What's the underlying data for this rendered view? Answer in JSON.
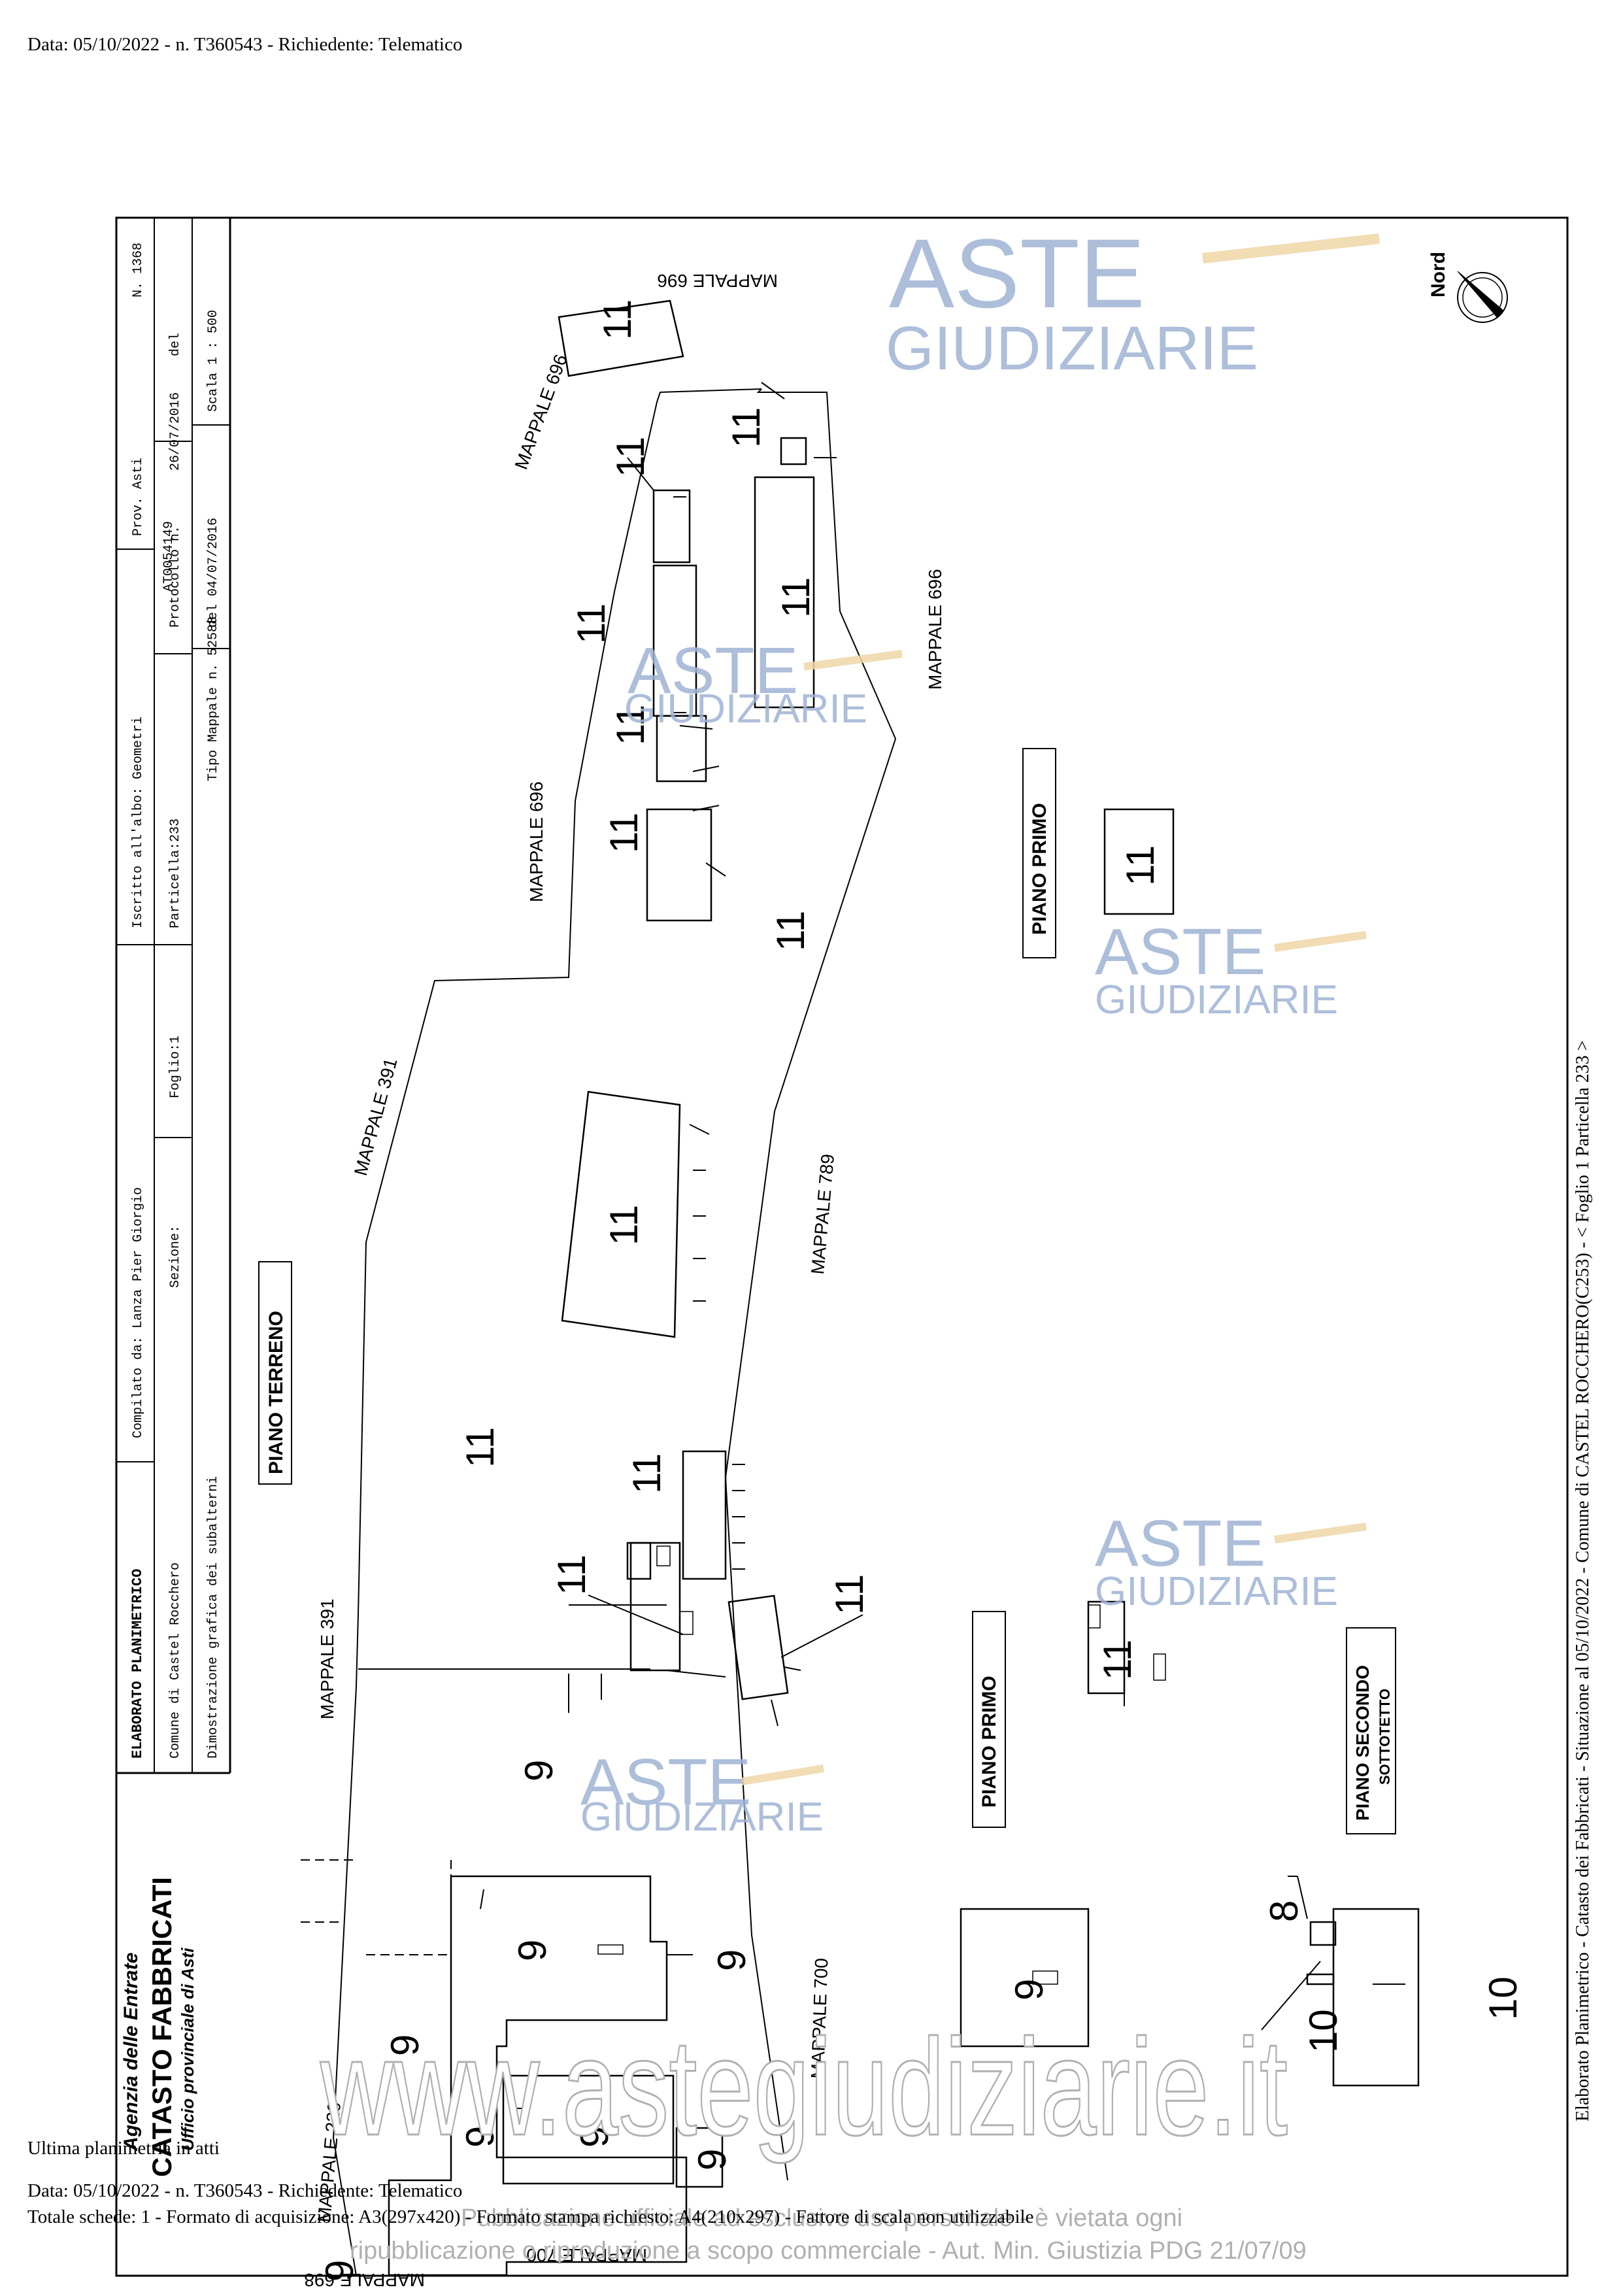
{
  "header": {
    "top_line": "Data: 05/10/2022 - n. T360543 - Richiedente: Telematico"
  },
  "title_block": {
    "agency_line1": "Agenzia delle Entrate",
    "agency_line2": "CATASTO FABBRICATI",
    "agency_line3": "Ufficio provinciale di  Asti",
    "doc_title": "ELABORATO PLANIMETRICO",
    "compiled_by": "Compilato da: Lanza Pier Giorgio",
    "albo": "Iscritto all'albo: Geometri",
    "prov": "Prov. Asti",
    "number": "N. 1368",
    "comune": "Comune di Castel Rocchero",
    "sezione": "Sezione:",
    "foglio": "Foglio:1",
    "particella": "Particella:233",
    "protocollo": "Protocollo n.",
    "protocollo_num": "AT0054149",
    "protocollo_date": "26/07/2016",
    "protocollo_del": "del",
    "dimostrazione": "Dimostrazione grafica dei subalterni",
    "tipo_mappale": "Tipo Mappale n. 52588",
    "tipo_del": "del 04/07/2016",
    "scala": "Scala 1 : 500"
  },
  "floor_labels": {
    "piano_terreno": "PIANO TERRENO",
    "piano_primo": "PIANO PRIMO",
    "piano_secondo": "PIANO SECONDO",
    "sottotetto": "SOTTOTETTO"
  },
  "mappale_labels": {
    "m696": "MAPPALE 696",
    "m391": "MAPPALE 391",
    "m789": "MAPPALE 789",
    "m700": "MAPPALE 700",
    "m220": "MAPPALE 220",
    "m698": "MAPPALE 698"
  },
  "sub_numbers": {
    "s11": "11",
    "s9": "9",
    "s8": "8",
    "s10": "10"
  },
  "compass": {
    "label": "Nord"
  },
  "side_caption": "Elaborato Planimetrico - Catasto dei Fabbricati - Situazione al 05/10/2022 - Comune di CASTEL ROCCHERO(C253) - < Foglio 1 Particella 233 >",
  "watermarks": {
    "aste": "ASTE",
    "giudiziarie": "GIUDIZIARIE",
    "url": "www.astegiudiziarie.it",
    "notice_line1": "Pubblicazione ufficiale ad esclusivo uso personale - è vietata ogni",
    "notice_line2": "ripubblicazione o riproduzione a scopo commerciale - Aut. Min. Giustizia PDG 21/07/09"
  },
  "footer": {
    "line1": "Ultima planimetria in atti",
    "line2": "Data: 05/10/2022 - n. T360543 - Richiedente: Telematico",
    "line3": "Totale schede: 1 - Formato di acquisizione: A3(297x420) - Formato stampa richiesto: A4(210x297) - Fattore di scala non utilizzabile"
  },
  "colors": {
    "watermark_blue": "#9fb3d4",
    "watermark_gold": "#efd7a7",
    "ink": "#000000"
  }
}
